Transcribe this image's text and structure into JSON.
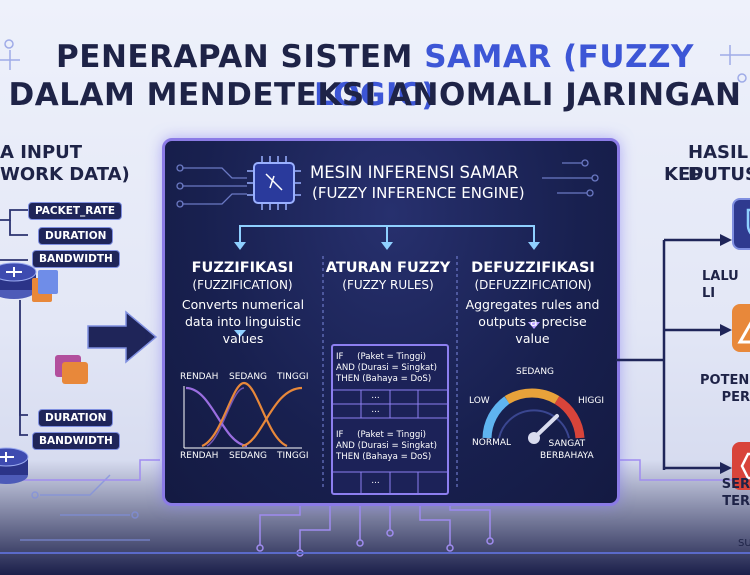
{
  "title": {
    "line1_a": "PENERAPAN SISTEM ",
    "line1_b": "SAMAR (FUZZY LOGIC)",
    "line2": "DALAM MENDETEKSI ANOMALI JARINGAN"
  },
  "input": {
    "title1": "A INPUT",
    "title2": "WORK DATA)",
    "labels": [
      "PACKET_RATE",
      "DURATION",
      "BANDWIDTH",
      "DURATION",
      "BANDWIDTH"
    ]
  },
  "engine": {
    "title1": "MESIN INFERENSI SAMAR",
    "title2": "(FUZZY INFERENCE ENGINE)",
    "fuzz": {
      "heading": "FUZZIFIKASI",
      "sub": "(FUZZIFICATION)",
      "desc": "Converts numerical data into linguistic values",
      "top_labels": [
        "RENDAH",
        "SEDANG",
        "TINGGI"
      ],
      "bottom_labels": [
        "RENDAH",
        "SEDANG",
        "TINGGI"
      ]
    },
    "rules": {
      "heading": "ATURAN FUZZY",
      "sub": "(FUZZY RULES)",
      "rule1": "IF     (Paket = Tinggi)\nAND (Durasi = Singkat)\nTHEN (Bahaya = DoS)",
      "rule2": "IF     (Paket = Tinggi)\nAND (Durasi = Singkat)\nTHEN (Bahaya = DoS)",
      "dots": "..."
    },
    "defuzz": {
      "heading": "DEFUZZIFIKASI",
      "sub": "(DEFUZZIFICATION)",
      "desc": "Aggregates rules and outputs a precise value",
      "gauge": {
        "low": "LOW",
        "mid": "SEDANG",
        "high": "HIGGI",
        "left": "NORMAL",
        "right": "SANGAT\nBERBAHAYA"
      }
    }
  },
  "output": {
    "title1": "HASIL D",
    "title2": "KEPUTUSA",
    "items": [
      "LALU LI",
      "POTENS\nPER",
      "SER\nTER"
    ],
    "footer": "SU"
  },
  "colors": {
    "accent": "#3d56d6",
    "frame": "#8b7be6",
    "orange": "#e8883a",
    "purple": "#9a6ee0",
    "red": "#d8443a"
  }
}
